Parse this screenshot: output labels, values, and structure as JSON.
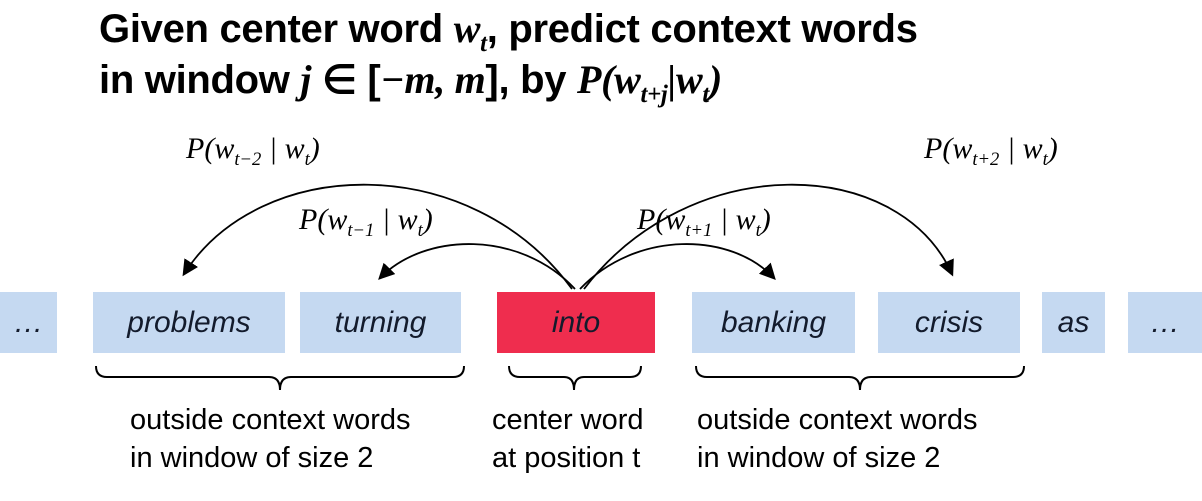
{
  "colors": {
    "context_box": "#c5d9f1",
    "center_box": "#ef2d4e",
    "word_text": "#131b2c",
    "line": "#000000"
  },
  "title": {
    "l1": {
      "pre": "Given center word ",
      "w": "w",
      "wsub": "t",
      "post": ", predict context words"
    },
    "l2": {
      "pre": "in window ",
      "j": "j",
      "mid": " ∈ [",
      "range": "−m, m",
      "by": "], by ",
      "P": "P(w",
      "sub1": "t+j",
      "bar": "|w",
      "sub2": "t",
      "close": ")"
    }
  },
  "probability_labels": {
    "tm2": {
      "head": "P(w",
      "sub1": "t−2",
      "mid": " | w",
      "sub2": "t",
      "tail": ")"
    },
    "tm1": {
      "head": "P(w",
      "sub1": "t−1",
      "mid": " | w",
      "sub2": "t",
      "tail": ")"
    },
    "tp1": {
      "head": "P(w",
      "sub1": "t+1",
      "mid": " | w",
      "sub2": "t",
      "tail": ")"
    },
    "tp2": {
      "head": "P(w",
      "sub1": "t+2",
      "mid": " | w",
      "sub2": "t",
      "tail": ")"
    }
  },
  "words": [
    {
      "label": "…"
    },
    {
      "label": "problems"
    },
    {
      "label": "turning"
    },
    {
      "label": "into",
      "highlight": true
    },
    {
      "label": "banking"
    },
    {
      "label": "crisis"
    },
    {
      "label": "as"
    },
    {
      "label": "…"
    }
  ],
  "captions": {
    "left": {
      "line1": "outside context words",
      "line2": "in window of size 2"
    },
    "center": {
      "line1": "center word",
      "line2": "at position t"
    },
    "right": {
      "line1": "outside context words",
      "line2": "in window of size 2"
    }
  }
}
